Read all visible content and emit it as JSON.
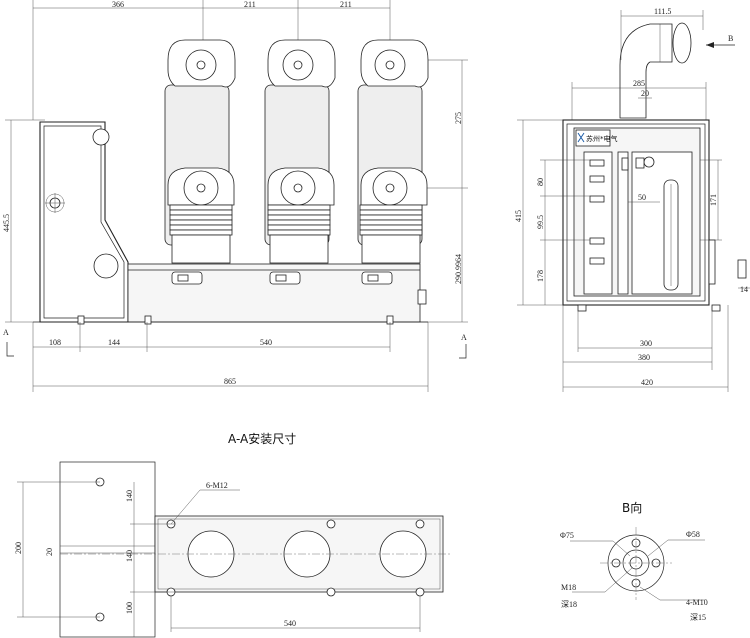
{
  "front_view": {
    "top_dims": [
      "366",
      "211",
      "211"
    ],
    "left_dim": "445.5",
    "right_dims": [
      "275",
      "290.9964"
    ],
    "bottom_dims": [
      "108",
      "144",
      "540"
    ],
    "overall_width": "865",
    "section_mark": "A"
  },
  "side_view": {
    "top_dims": [
      "111.5",
      "285",
      "20"
    ],
    "view_mark": "B",
    "left_dims": [
      "415",
      "80",
      "99.5",
      "178"
    ],
    "inner_dims": [
      "50",
      "171"
    ],
    "right_dim": "14",
    "bottom_dims": [
      "300",
      "380",
      "420"
    ],
    "panel_brand": "苏州*电气"
  },
  "mounting_view": {
    "title": "A-A安装尺寸",
    "left_dims": [
      "200",
      "140",
      "20",
      "140",
      "100"
    ],
    "hole_label": "6-M12",
    "bottom_dim": "540"
  },
  "b_view": {
    "title": "B向",
    "phi_75": "Φ75",
    "phi_58": "Φ58",
    "m18": "M18",
    "depth_18": "深18",
    "m10": "4-M10",
    "depth_15": "深15"
  }
}
